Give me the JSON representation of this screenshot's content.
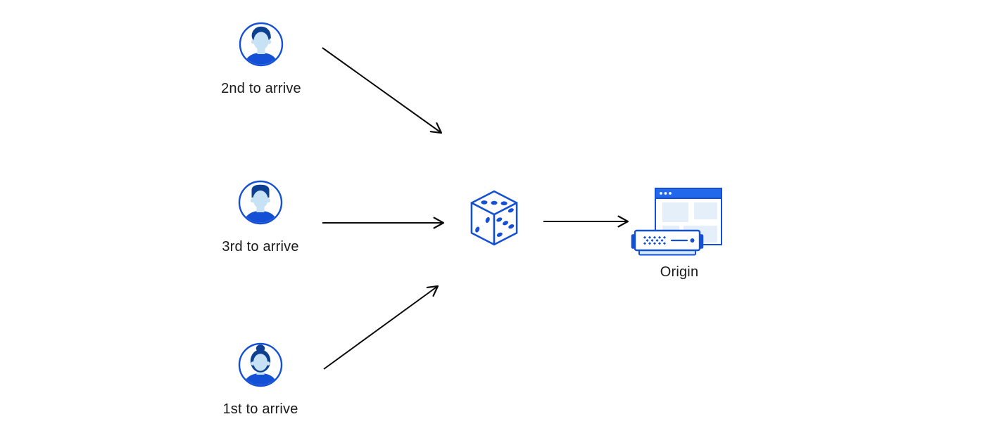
{
  "theme": {
    "canvas_bg": "#ffffff",
    "primary_blue": "#1450D6",
    "titlebar_blue": "#2268EA",
    "hair_navy": "#0D3F92",
    "skin_blue": "#C7E2F5",
    "panel_blue": "#E5EFF9",
    "base_blue": "#D8EAF9",
    "arrow_black": "#0A0A0A",
    "text_color": "#1A1A1C"
  },
  "diagram": {
    "users": [
      {
        "label": "2nd to arrive",
        "icon": "user-man-avatar-icon"
      },
      {
        "label": "3rd to arrive",
        "icon": "user-man-flattop-avatar-icon"
      },
      {
        "label": "1st to arrive",
        "icon": "user-woman-bun-avatar-icon"
      }
    ],
    "randomizer": {
      "icon": "dice-icon",
      "visible_pips": {
        "top_face": 3,
        "left_face": 2,
        "right_face": 5
      }
    },
    "origin": {
      "label": "Origin",
      "icons": [
        "browser-window-icon",
        "server-icon"
      ]
    },
    "arrows": [
      {
        "from": "user-2nd-to-arrive",
        "to": "dice"
      },
      {
        "from": "user-3rd-to-arrive",
        "to": "dice"
      },
      {
        "from": "user-1st-to-arrive",
        "to": "dice"
      },
      {
        "from": "dice",
        "to": "origin"
      }
    ]
  }
}
